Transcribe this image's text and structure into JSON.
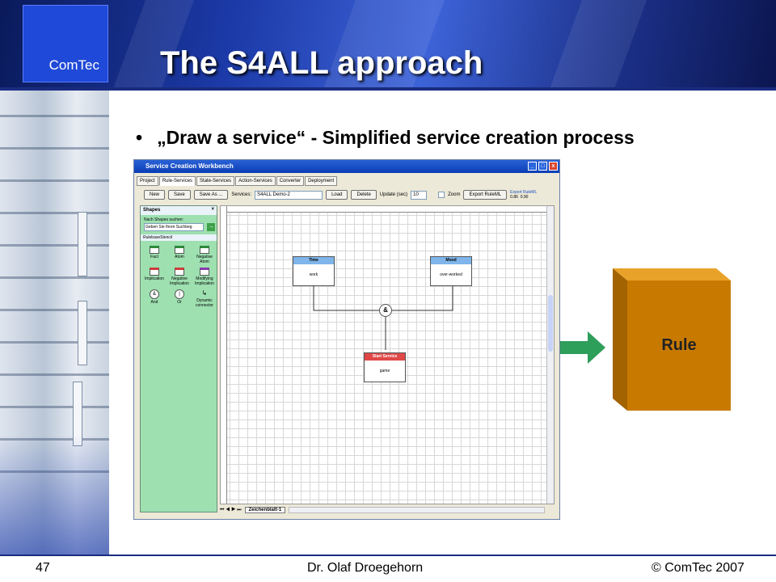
{
  "slide": {
    "title": "The S4ALL approach",
    "logo_text": "ComTec",
    "bullet_marker": "•",
    "bullet_text": "„Draw a service“ - Simplified service creation process"
  },
  "app": {
    "window_title": "Service Creation Workbench",
    "tabs": [
      "Project",
      "Rule-Services",
      "State-Services",
      "Action-Services",
      "Converter",
      "Deployment"
    ],
    "toolbar": {
      "new_label": "New",
      "save_label": "Save",
      "save_as_label": "Save As ...",
      "services_label": "Services:",
      "services_value": "S4ALL Demo-2",
      "load_label": "Load",
      "delete_label": "Delete",
      "update_label": "Update (sec)",
      "update_value": "10",
      "zoom_label": "Zoom",
      "export_label": "Export RuleML",
      "export_radio_1": "0.86",
      "export_radio_2": "0.90",
      "export_header": "Export RuleML"
    },
    "shapes_panel": {
      "title": "Shapes",
      "search_label": "Nach Shapes suchen:",
      "search_placeholder": "Geben Sie Ihren Suchbeg",
      "stencil_name": "RulebaseStencil",
      "items": [
        "Fact",
        "Atom",
        "Negative Atom",
        "Implication",
        "Negative Implication",
        "Modifying Implication",
        "And",
        "Or",
        "Dynamic connector"
      ],
      "item_glyphs": [
        "",
        "",
        "",
        "",
        "",
        "",
        "&",
        "|",
        "↳"
      ]
    },
    "diagram": {
      "time_title": "Time",
      "time_body": "work",
      "mood_title": "Mood",
      "mood_body": "over-worked",
      "and_glyph": "&",
      "start_title": "Start Service",
      "start_body": "game"
    },
    "sheet_tab": "Zeichenblatt-1"
  },
  "rule_block": {
    "label": "Rule"
  },
  "footer": {
    "page_number": "47",
    "author": "Dr. Olaf Droegehorn",
    "copyright": "© ComTec 2007"
  },
  "colors": {
    "header_blue": "#1c3aa8",
    "logo_blue": "#1f49d8",
    "rule_orange": "#c87a00",
    "arrow_green": "#2e9e5b",
    "shapes_green": "#9ee0b0",
    "start_red": "#e04848",
    "node_blue": "#7fb5ea"
  }
}
